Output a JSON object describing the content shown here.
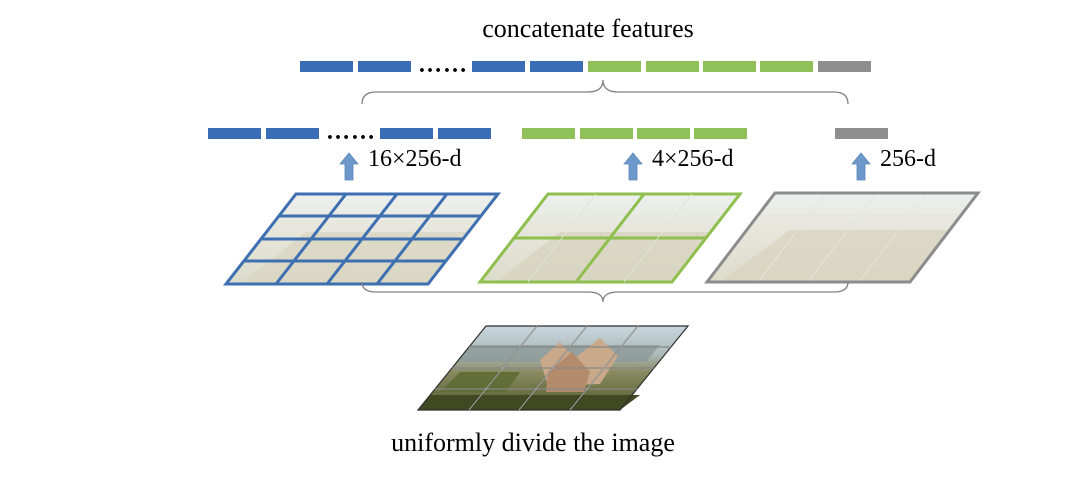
{
  "title": "concatenate features",
  "caption": "uniformly divide the image",
  "ellipsis": "……",
  "levels": [
    {
      "grid": 4,
      "dim_label": "16×256-d",
      "color": "#3e6fb0"
    },
    {
      "grid": 2,
      "dim_label": "4×256-d",
      "color": "#8fbf4e"
    },
    {
      "grid": 1,
      "dim_label": "256-d",
      "color": "#8c8c8c"
    }
  ],
  "colors": {
    "blue_bar": "#3a6db5",
    "green_bar": "#8fc05a",
    "gray_bar": "#8e8e8e",
    "arrow": "#6d98cc",
    "brace": "#808080"
  }
}
